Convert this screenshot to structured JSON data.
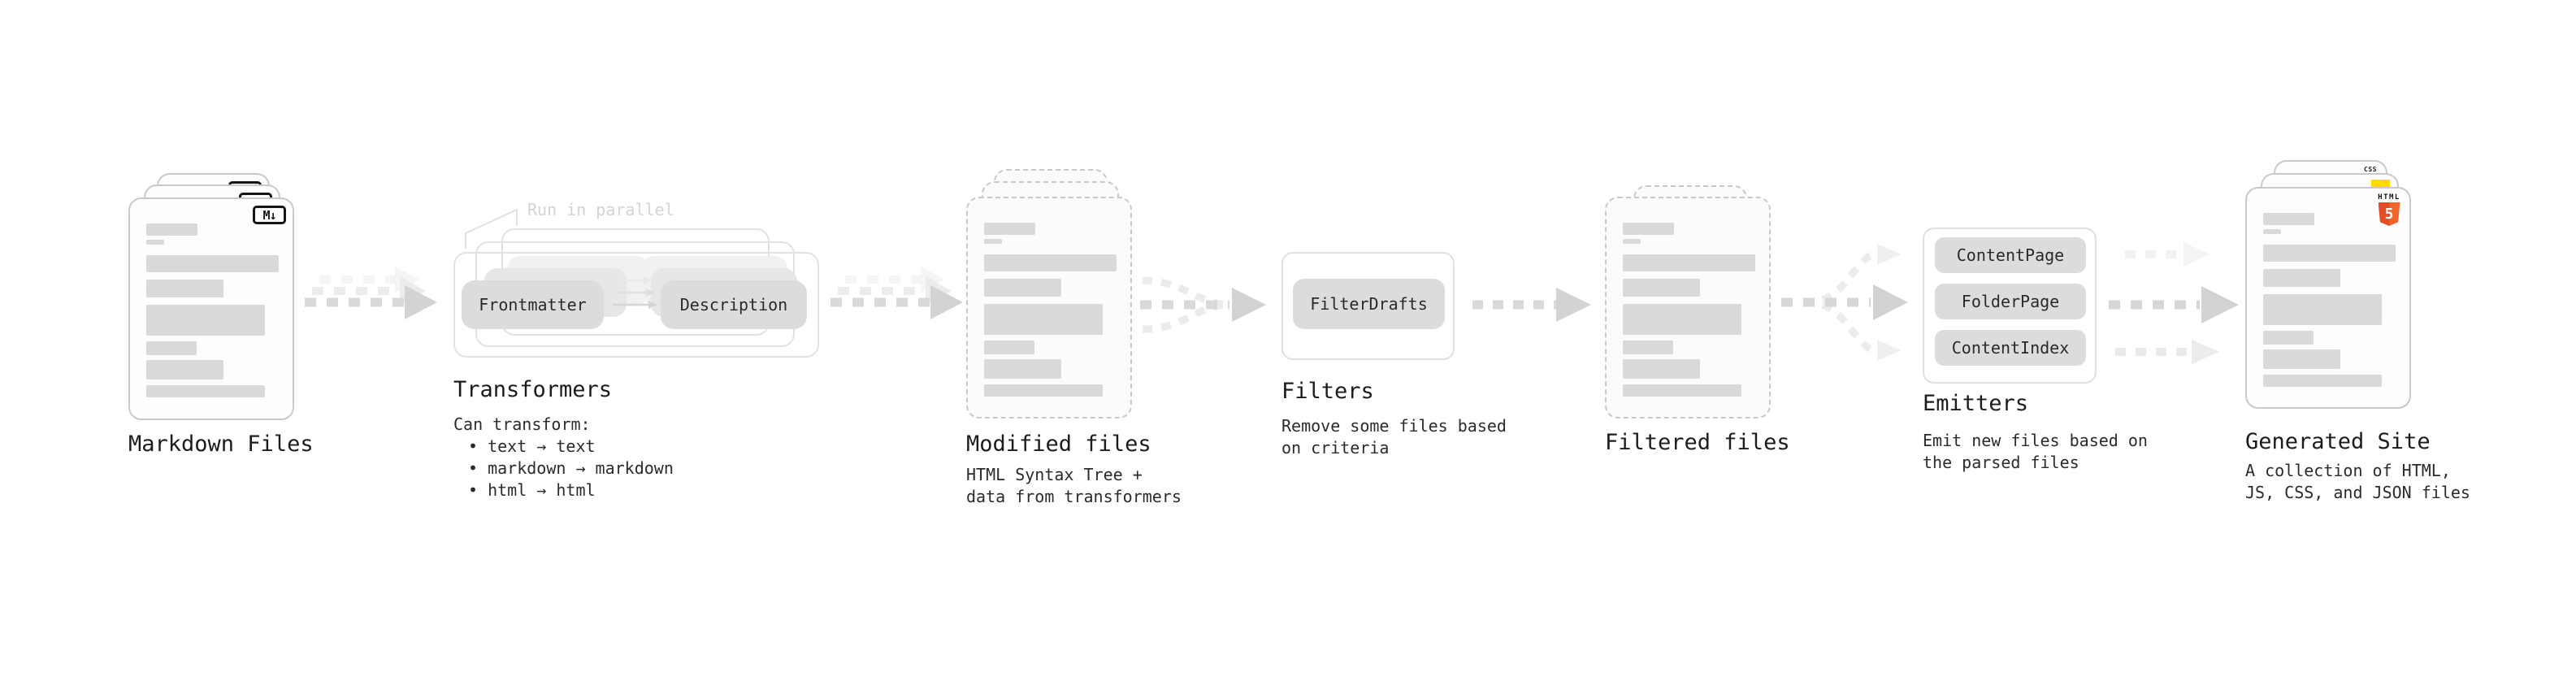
{
  "stages": {
    "markdown": {
      "label": "Markdown Files",
      "badge": "M↓"
    },
    "transformers": {
      "annotation": "Run in parallel",
      "pills": [
        "Frontmatter",
        "Description"
      ],
      "title": "Transformers",
      "subtitle": "Can transform:",
      "bullets": [
        "• text → text",
        "• markdown → markdown",
        "• html → html"
      ]
    },
    "modified": {
      "label": "Modified files",
      "desc": [
        "HTML Syntax Tree +",
        "data from transformers"
      ]
    },
    "filters": {
      "title": "Filters",
      "pills": [
        "FilterDrafts"
      ],
      "desc": [
        "Remove some files based",
        "on criteria"
      ]
    },
    "filtered": {
      "label": "Filtered files"
    },
    "emitters": {
      "title": "Emitters",
      "pills": [
        "ContentPage",
        "FolderPage",
        "ContentIndex"
      ],
      "desc": [
        "Emit new files based on",
        "the parsed files"
      ]
    },
    "generated": {
      "label": "Generated Site",
      "desc": [
        "A collection of HTML,",
        "JS, CSS, and JSON files"
      ],
      "badges": {
        "css": "CSS",
        "html": "HTML",
        "html5_number": "5"
      }
    }
  },
  "colors": {
    "placeholder_bar": "#d9d9d9",
    "pill": "#dcdcdc",
    "card_border": "#c9c9c9",
    "box_border": "#e0e0e0",
    "arrow": "#d9d9d9",
    "annotation_gray": "#d4d4d4",
    "markdown_ink": "#151515",
    "html5_orange": "#f16529",
    "html5_orange_dark": "#e44d26",
    "js_yellow": "#ffdb00",
    "css_blue": "#2f6bff"
  }
}
